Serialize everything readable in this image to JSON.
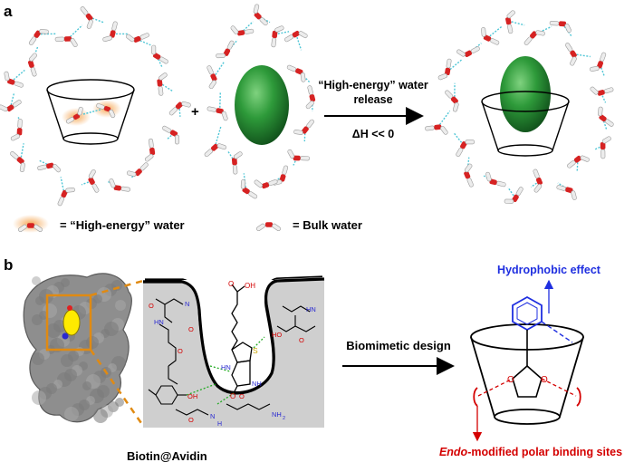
{
  "panel_a": {
    "label": "a",
    "plus": "+",
    "arrow_top_line1": "“High-energy” water",
    "arrow_top_line2": "release",
    "arrow_bottom": "ΔH << 0",
    "legend_high_energy": "=  “High-energy” water",
    "legend_bulk": "=  Bulk water"
  },
  "panel_b": {
    "label": "b",
    "caption_left": "Biotin@Avidin",
    "arrow_label": "Biomimetic design",
    "hydrophobic_label": "Hydrophobic effect",
    "endo_italic": "Endo",
    "endo_rest": "-modified polar binding sites",
    "chem": {
      "oh": "OH",
      "o": "O",
      "s": "S",
      "hn": "HN",
      "nh": "NH",
      "nh2": "NH",
      "n": "N",
      "h": "H",
      "ho": "HO",
      "oh2": "OH"
    }
  },
  "colors": {
    "hydrophobic": "#1f2fe0",
    "endo": "#d40000",
    "guest": "#1f8a2e",
    "water_o": "#d62222",
    "hbond": "#4fc6d6",
    "frame": "#e08a12"
  }
}
